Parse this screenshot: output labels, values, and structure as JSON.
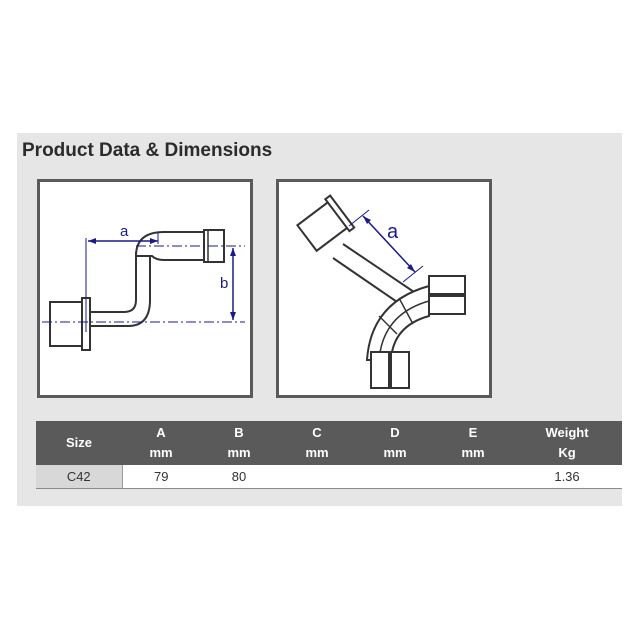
{
  "page": {
    "title": "Product Data & Dimensions"
  },
  "diagrams": {
    "left": {
      "label_a": "a",
      "label_b": "b",
      "line_color": "#1a1a8c"
    },
    "right": {
      "label_a": "a",
      "line_color": "#1a1a8c"
    }
  },
  "table": {
    "columns": [
      {
        "line1": "Size",
        "line2": ""
      },
      {
        "line1": "A",
        "line2": "mm"
      },
      {
        "line1": "B",
        "line2": "mm"
      },
      {
        "line1": "C",
        "line2": "mm"
      },
      {
        "line1": "D",
        "line2": "mm"
      },
      {
        "line1": "E",
        "line2": "mm"
      },
      {
        "line1": "Weight",
        "line2": "Kg"
      }
    ],
    "rows": [
      [
        "C42",
        "79",
        "80",
        "",
        "",
        "",
        "1.36"
      ]
    ]
  },
  "colors": {
    "header_bg": "#5a5a5a",
    "panel_bg": "#e6e6e6",
    "dimension_line": "#1a1a8c"
  }
}
